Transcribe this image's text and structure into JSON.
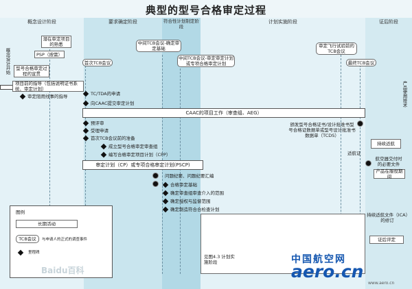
{
  "title": "典型的型号合格审定过程",
  "phases": [
    {
      "label": "概念设计阶段"
    },
    {
      "label": "要求确定阶段"
    },
    {
      "label": "符合性计划制定阶段"
    },
    {
      "label": "计划实施阶段"
    },
    {
      "label": "证后阶段"
    }
  ],
  "side_labels": {
    "left": "概念设计开始",
    "right": "产品使用技术"
  },
  "nodes": {
    "n1": "潜在审定项目的熟悉",
    "n2": "PSP（按需）",
    "n3": "型号合格审定过程的宣贯",
    "n4": "首次TCB会议",
    "n5": "中间TCB会议-确定审定基础",
    "n6": "中间TCB会议-审定审定计划或专项合格审定计划",
    "n7": "审定飞行试验前的TCB会议",
    "n8": "最终TCB会议",
    "n9": "持续适航",
    "n10": "航空器交付时的必要文件",
    "n11": "产品在服役期间",
    "n12": "持续适航文件（ICA）的修订",
    "n13": "证后评定"
  },
  "steps": [
    {
      "text": "项目前的指导（包括说明证书系统、审定计划）"
    },
    {
      "text": "审定阻用线事的指导"
    },
    {
      "text": "TC/TDA的申请"
    },
    {
      "text": "向CAAC提交审定计划"
    },
    {
      "text": "预评审"
    },
    {
      "text": "受理申请"
    },
    {
      "text": "首次TCB会议前的准备"
    },
    {
      "text": "成立型号合格审定审查组"
    },
    {
      "text": "编写合格审定项目计划（CPP）"
    },
    {
      "text": "问题纪要、问题纪要汇编"
    },
    {
      "text": "合格审定基础"
    },
    {
      "text": "确定审查组审查介入的范围"
    },
    {
      "text": "确定授权与监督范围"
    },
    {
      "text": "确定制造符合合检查计划"
    },
    {
      "text": "颁发型号合格证书/设计批准书型号合格证数据单或型号设计批准书数据单（TCDS）"
    },
    {
      "text": "适航证"
    },
    {
      "text": "见图4.3 计划实施阶段"
    }
  ],
  "bars": {
    "b1": "CAAC的项目工作（审查组、AEG）",
    "b2": "审定计划（CP）或专项合格审定计划(PSCP)"
  },
  "legend": {
    "title": "图例",
    "rows": [
      {
        "text": "长期活动"
      },
      {
        "text": "TCB会议",
        "desc": "与申请人的正式的调查事件"
      },
      {
        "text": "里程碑"
      }
    ]
  },
  "watermarks": {
    "left": "Baidu百科",
    "right_cn": "中国航空网",
    "right_en": "aero.cn",
    "right_url": "www.aero.cn"
  }
}
